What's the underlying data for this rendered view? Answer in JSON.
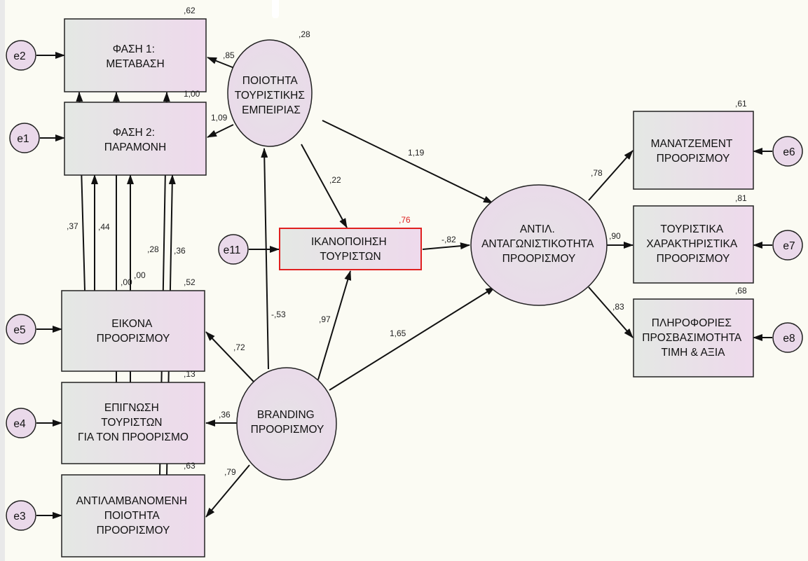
{
  "nodes": {
    "fasi1": {
      "lines": [
        "ΦΑΣΗ 1:",
        "ΜΕΤΑΒΑΣΗ"
      ],
      "r2": ",62"
    },
    "fasi2": {
      "lines": [
        "ΦΑΣΗ 2:",
        "ΠΑΡΑΜΟΝΗ"
      ],
      "r2": "1,00"
    },
    "eikona": {
      "lines": [
        "ΕΙΚΟΝΑ",
        "ΠΡΟΟΡΙΣΜΟΥ"
      ],
      "r2": ",52"
    },
    "epignosi": {
      "lines": [
        "ΕΠΙΓΝΩΣΗ",
        "ΤΟΥΡΙΣΤΩΝ",
        "ΓΙΑ ΤΟΝ ΠΡΟΟΡΙΣΜΟ"
      ],
      "r2": ",13"
    },
    "antilamb": {
      "lines": [
        "ΑΝΤΙΛΑΜΒΑΝΟΜΕΝΗ",
        "ΠΟΙΟΤΗΤΑ",
        "ΠΡΟΟΡΙΣΜΟΥ"
      ],
      "r2": ",63"
    },
    "poiotita": {
      "lines": [
        "ΠΟΙΟΤΗΤΑ",
        "ΤΟΥΡΙΣΤΙΚΗΣ",
        "ΕΜΠΕΙΡΙΑΣ"
      ],
      "r2": ",28"
    },
    "ikanopoiisi": {
      "lines": [
        "ΙΚΑΝΟΠΟΙΗΣΗ",
        "ΤΟΥΡΙΣΤΩΝ"
      ],
      "r2": ",76"
    },
    "branding": {
      "lines": [
        "BRANDING",
        "ΠΡΟΟΡΙΣΜΟΥ"
      ]
    },
    "antag": {
      "lines": [
        "ΑΝΤΙΛ.",
        "ΑΝΤΑΓΩΝΙΣΤΙΚΟΤΗΤΑ",
        "ΠΡΟΟΡΙΣΜΟΥ"
      ]
    },
    "manatz": {
      "lines": [
        "ΜΑΝΑΤΖΕΜΕΝΤ",
        "ΠΡΟΟΡΙΣΜΟΥ"
      ],
      "r2": ",61"
    },
    "tourist_xar": {
      "lines": [
        "ΤΟΥΡΙΣΤΙΚΑ",
        "ΧΑΡΑΚΤΗΡΙΣΤΙΚΑ",
        "ΠΡΟΟΡΙΣΜΟΥ"
      ],
      "r2": ",81"
    },
    "plirofories": {
      "lines": [
        "ΠΛΗΡΟΦΟΡΙΕΣ",
        "ΠΡΟΣΒΑΣΙΜΟΤΗΤΑ",
        "ΤΙΜΗ & ΑΞΙΑ"
      ],
      "r2": ",68"
    }
  },
  "errors": {
    "e1": "e1",
    "e2": "e2",
    "e3": "e3",
    "e4": "e4",
    "e5": "e5",
    "e6": "e6",
    "e7": "e7",
    "e8": "e8",
    "e11": "e11"
  },
  "paths": {
    "poi_fasi1": ",85",
    "poi_fasi2": "1,09",
    "poi_antag": "1,19",
    "poi_ikan": ",22",
    "ikan_antag": "-,82",
    "br_poi": "-,53",
    "br_ikan": ",97",
    "br_antag": "1,65",
    "br_eikona": ",72",
    "br_epign": ",36",
    "br_antil": ",79",
    "eik_fasi1": ",37",
    "eik_fasi2": ",44",
    "epi_fasi1": ",00",
    "epi_fasi2": ",00",
    "ant_fasi1": ",28",
    "ant_fasi2": ",36",
    "antag_manatz": ",78",
    "antag_tour": ",90",
    "antag_plir": ",83"
  },
  "colors": {
    "node_gradient_start": "#e4e8e4",
    "node_gradient_end": "#eed9ec",
    "ellipse_fill": "#eadfea",
    "highlight_border": "#e02020",
    "highlight_coef": "#d22222",
    "stroke": "#111111"
  }
}
